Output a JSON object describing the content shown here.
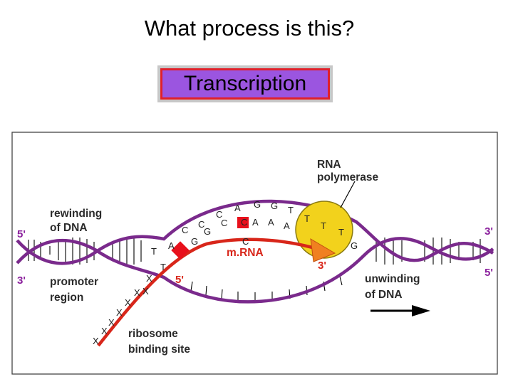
{
  "question": "What process is this?",
  "answer": "Transcription",
  "diagram": {
    "labels": {
      "rna_polymerase_line1": "RNA",
      "rna_polymerase_line2": "polymerase",
      "rewinding_line1": "rewinding",
      "rewinding_line2": "of DNA",
      "promoter_line1": "promoter",
      "promoter_line2": "region",
      "mrna": "m.RNA",
      "unwinding_line1": "unwinding",
      "unwinding_line2": "of DNA",
      "ribosome_line1": "ribosome",
      "ribosome_line2": "binding site"
    },
    "ends": {
      "top_left": "5'",
      "bottom_left": "3'",
      "top_right": "3'",
      "bottom_right": "5'",
      "mrna_start": "5'",
      "mrna_end": "3'"
    },
    "template_bases": [
      "A",
      "C",
      "G",
      "G",
      "C",
      "C",
      "A",
      "A",
      "A",
      "A",
      "G"
    ],
    "coding_bases": [
      "T",
      "T",
      "C",
      "C",
      "G",
      "G",
      "T",
      "T",
      "T",
      "T",
      "C"
    ],
    "promoter_bases": [
      "X",
      "X",
      "X",
      "X",
      "X",
      "X",
      "X",
      "X"
    ],
    "colors": {
      "dna_strand": "#7a2a8c",
      "mrna": "#d8261a",
      "polymerase": "#f2d21c",
      "arrow": "#f08020",
      "answer_fill": "#9b55e0",
      "answer_border": "#e0202a"
    }
  }
}
